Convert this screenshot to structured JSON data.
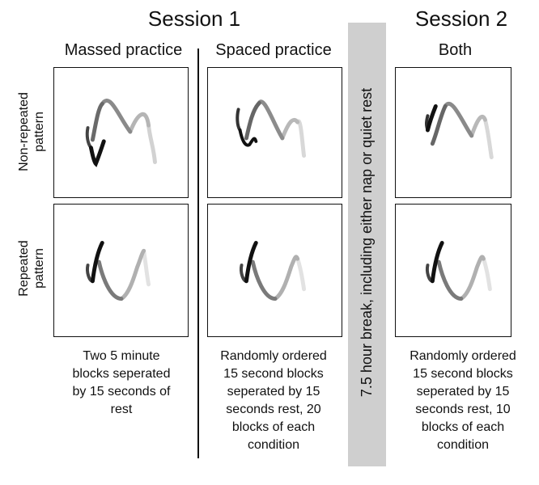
{
  "sessions": {
    "s1_title": "Session 1",
    "s2_title": "Session 2"
  },
  "columns": {
    "massed": "Massed practice",
    "spaced": "Spaced practice",
    "both": "Both"
  },
  "rows": {
    "non_repeated": "Non-repeated\npattern",
    "repeated": "Repeated\npattern"
  },
  "break_label": "7.5 hour break, including either nap or quiet rest",
  "captions": {
    "massed": [
      "Two 5 minute",
      "blocks seperated",
      "by 15 seconds of",
      "rest"
    ],
    "spaced": [
      "Randomly ordered",
      "15 second blocks",
      "seperated by 15",
      "seconds rest, 20",
      "blocks of each",
      "condition"
    ],
    "both": [
      "Randomly ordered",
      "15 second blocks",
      "seperated by 15",
      "seconds rest, 10",
      "blocks of each",
      "condition"
    ]
  },
  "colors": {
    "background": "#ffffff",
    "break_bar": "#cfcfcf",
    "stroke_dark": "#111111",
    "stroke_mid": "#666666",
    "stroke_light": "#9a9a9a",
    "stroke_faint": "#d0d0d0"
  }
}
